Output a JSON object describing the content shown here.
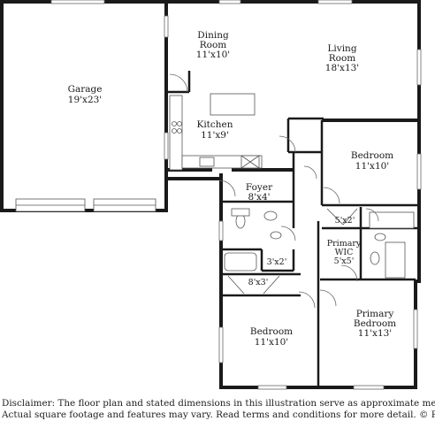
{
  "rooms": {
    "garage": {
      "name": "Garage",
      "dim": "19'x23'"
    },
    "dining": {
      "name_line1": "Dining",
      "name_line2": "Room",
      "dim": "11'x10'"
    },
    "living": {
      "name_line1": "Living",
      "name_line2": "Room",
      "dim": "18'x13'"
    },
    "kitchen": {
      "name": "Kitchen",
      "dim": "11'x9'"
    },
    "bedroom_east": {
      "name": "Bedroom",
      "dim": "11'x10'"
    },
    "foyer": {
      "name": "Foyer",
      "dim": "8'x4'"
    },
    "closet_5x2": {
      "dim": "5'x2'"
    },
    "primary_wic": {
      "name_line1": "Primary",
      "name_line2": "WIC",
      "dim": "5'x5'"
    },
    "closet_3x2": {
      "dim": "3'x2'"
    },
    "closet_8x3": {
      "dim": "8'x3'"
    },
    "bedroom_south": {
      "name": "Bedroom",
      "dim": "11'x10'"
    },
    "primary_bedroom": {
      "name_line1": "Primary",
      "name_line2": "Bedroom",
      "dim": "11'x13'"
    }
  },
  "disclaimer": {
    "line1": "Disclaimer: The floor plan and stated dimensions in this illustration serve as approximate measurements.",
    "line2": "Actual square footage and features may vary. Read terms and conditions for more detail. © PlanOmatic"
  },
  "colors": {
    "wall": "#1a1a1a",
    "background": "#ffffff",
    "fixture_stroke": "#555555"
  }
}
